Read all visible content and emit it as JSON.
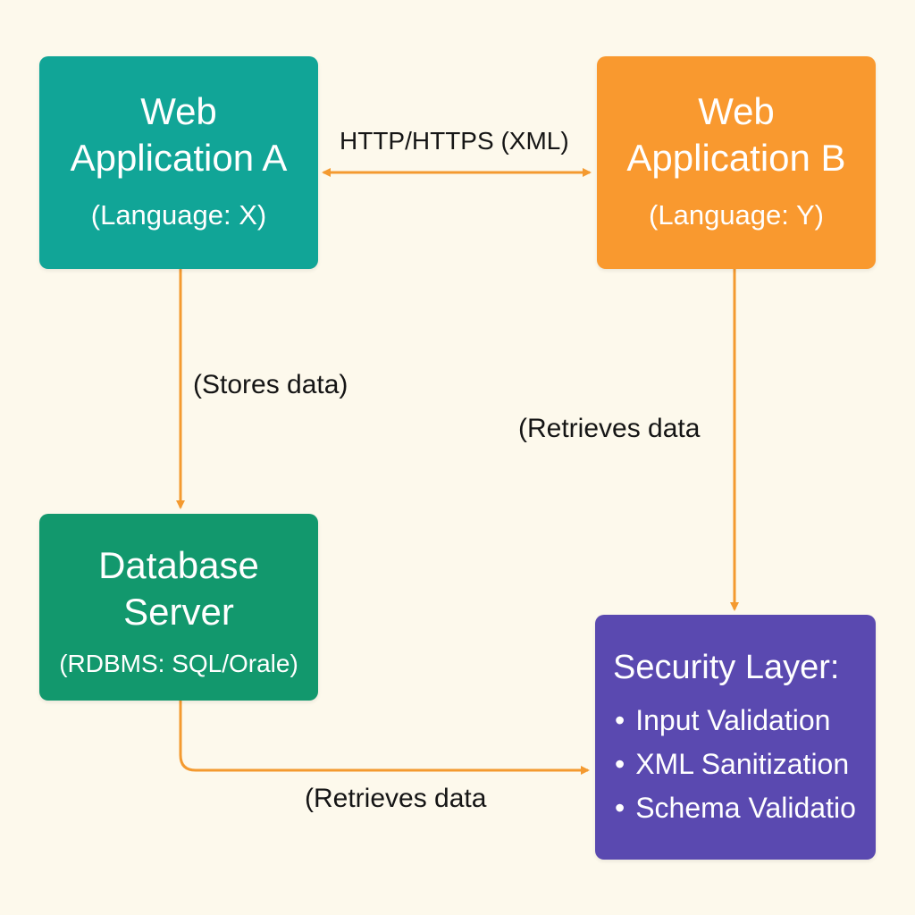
{
  "colors": {
    "background": "#fdf9ec",
    "app_a": "#11a597",
    "app_b": "#f9992f",
    "database": "#12986d",
    "security": "#5a49b0",
    "connector": "#f49a30"
  },
  "nodes": {
    "app_a": {
      "title": "Web\nApplication A",
      "subtitle": "(Language: X)"
    },
    "app_b": {
      "title": "Web\nApplication B",
      "subtitle": "(Language: Y)"
    },
    "database": {
      "title": "Database\nServer",
      "subtitle": "(RDBMS: SQL/Orale)"
    },
    "security": {
      "title": "Security Layer:",
      "items": [
        "Input Validation",
        "XML Sanitization",
        "Schema Validatio"
      ]
    }
  },
  "edges": {
    "a_b": "HTTP/HTTPS (XML)",
    "a_db": "(Stores data)",
    "b_security": "(Retrieves data",
    "db_security": "(Retrieves data"
  }
}
